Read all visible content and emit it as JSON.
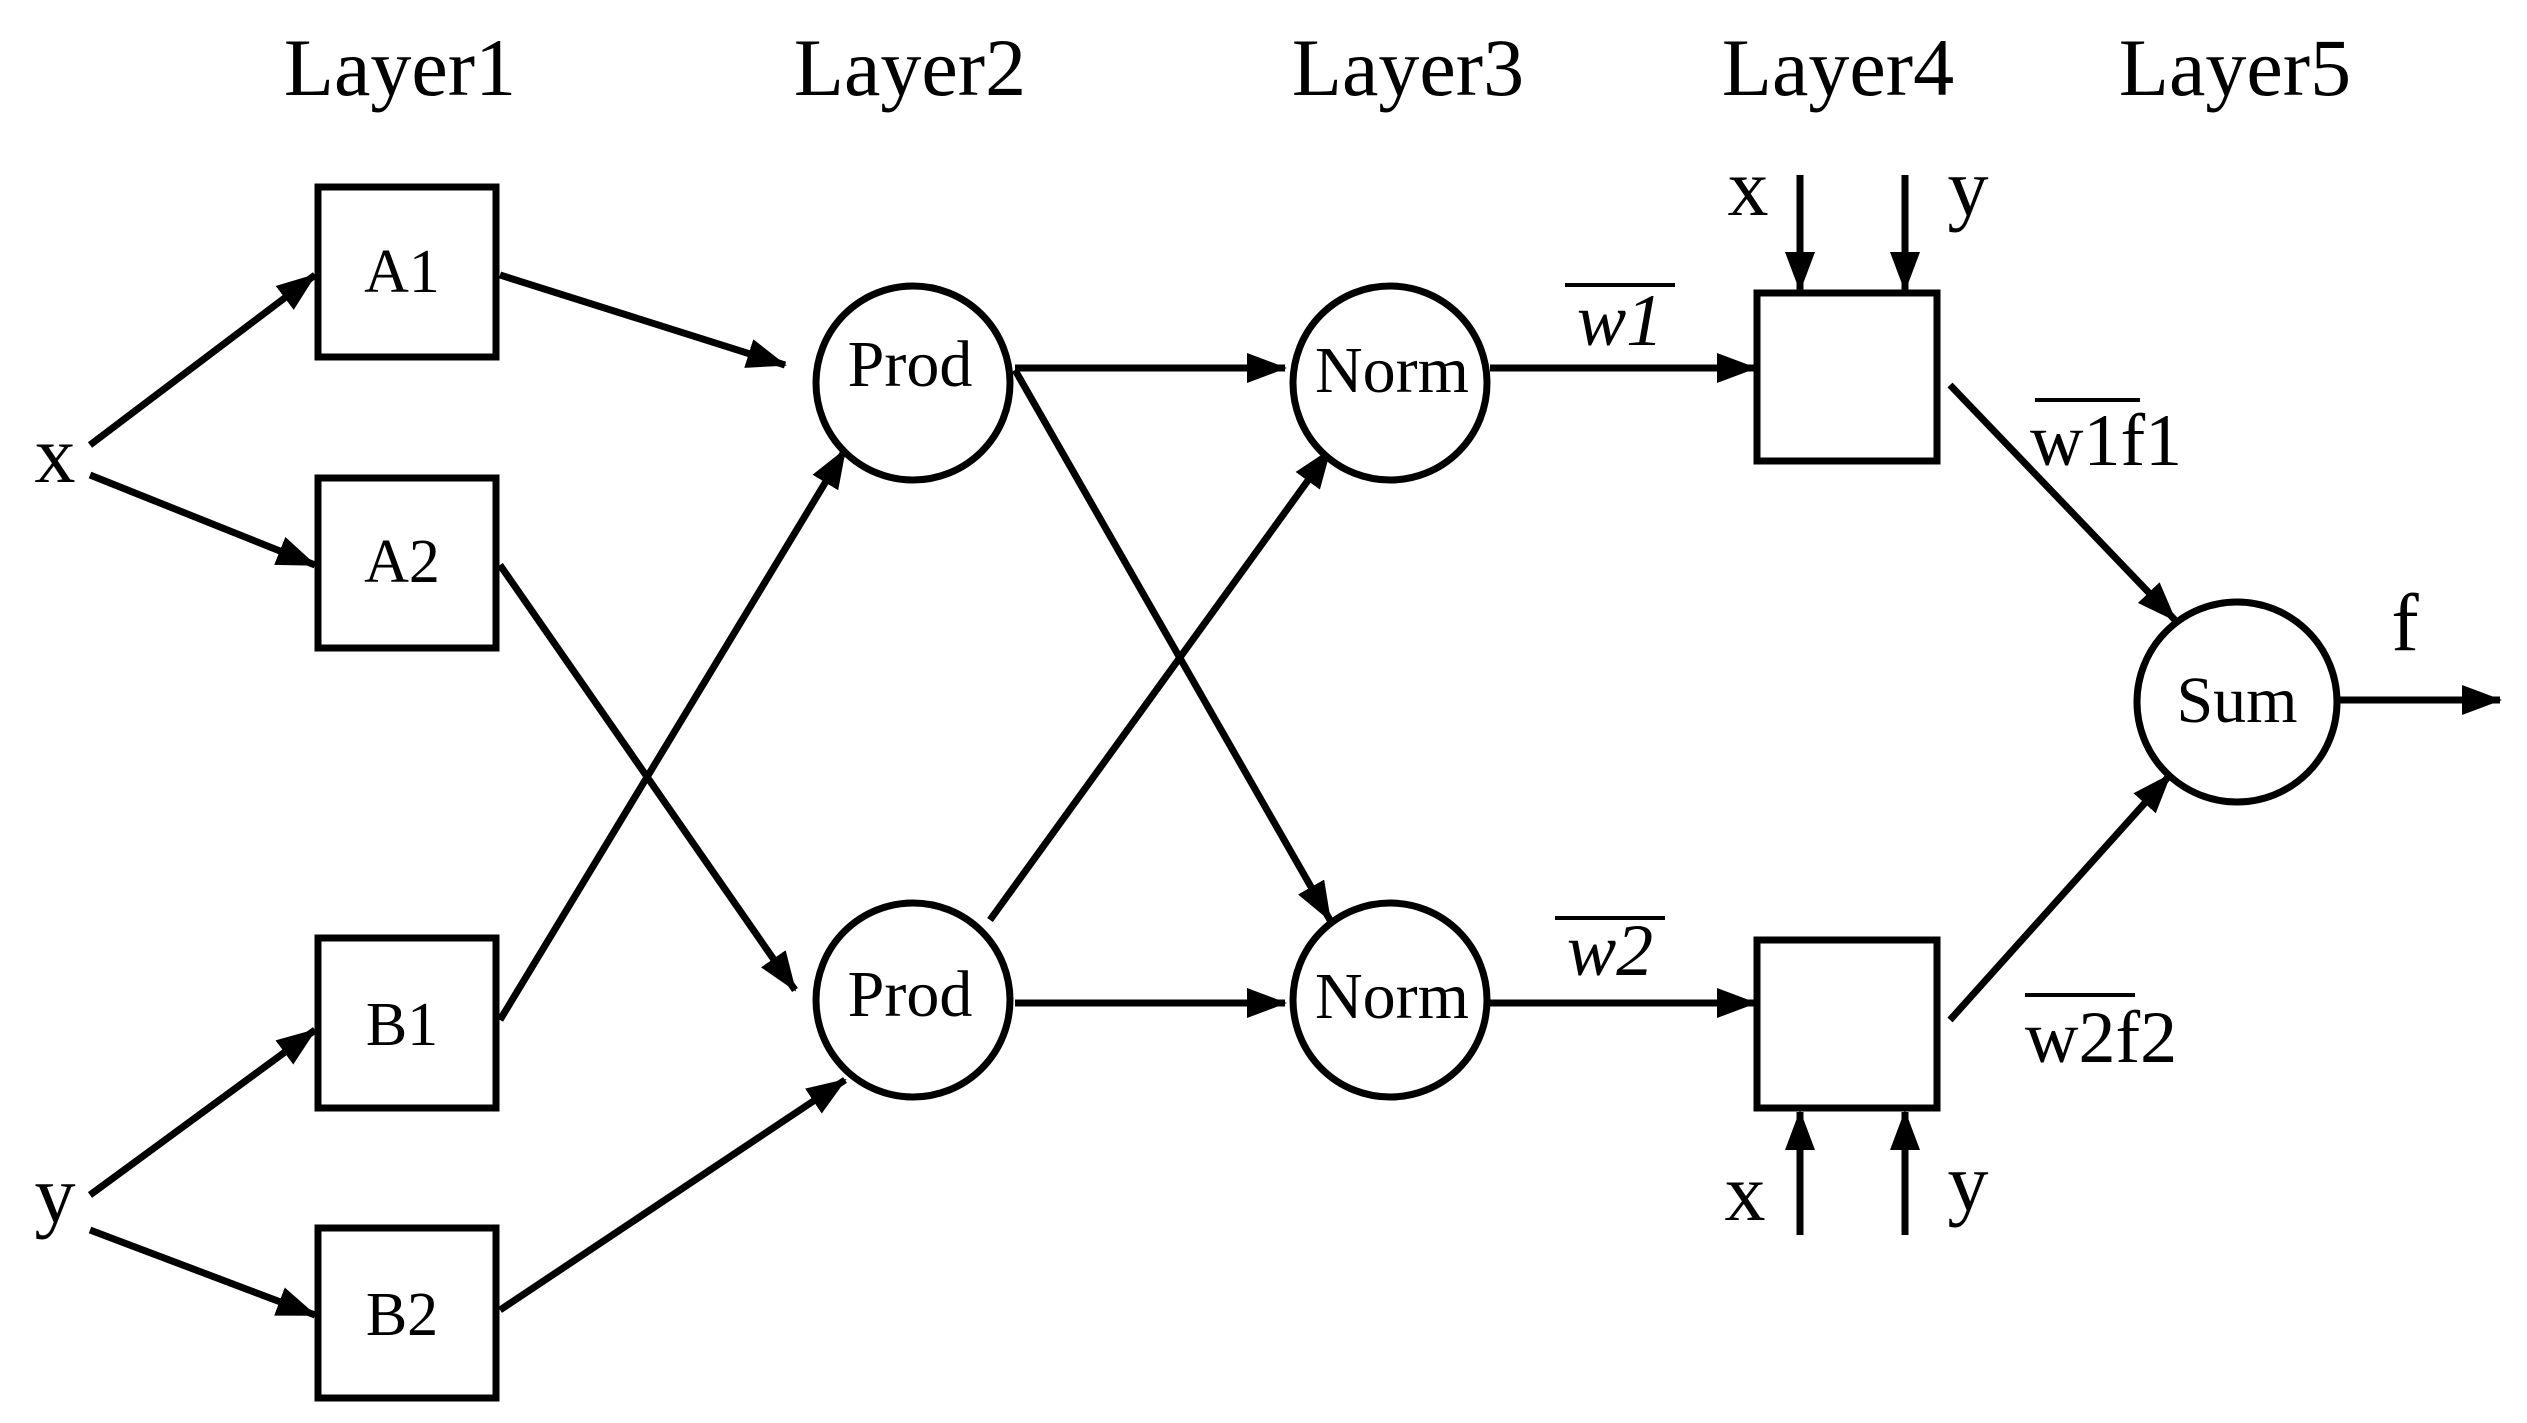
{
  "layers": [
    "Layer1",
    "Layer2",
    "Layer3",
    "Layer4",
    "Layer5"
  ],
  "inputs": {
    "x": "x",
    "y": "y"
  },
  "layer1_nodes": [
    "A1",
    "A2",
    "B1",
    "B2"
  ],
  "layer2_nodes": [
    "Prod",
    "Prod"
  ],
  "layer3_nodes": [
    "Norm",
    "Norm"
  ],
  "layer4_inputs": {
    "top_x": "x",
    "top_y": "y",
    "bottom_x": "x",
    "bottom_y": "y"
  },
  "edge_labels": {
    "w1_bar": "w1",
    "w2_bar": "w2",
    "w1f1_bar": "w1",
    "w1f1_suffix": "f1",
    "w2f2_bar": "w2",
    "w2f2_suffix": "f2"
  },
  "layer5_node": "Sum",
  "output": "f"
}
